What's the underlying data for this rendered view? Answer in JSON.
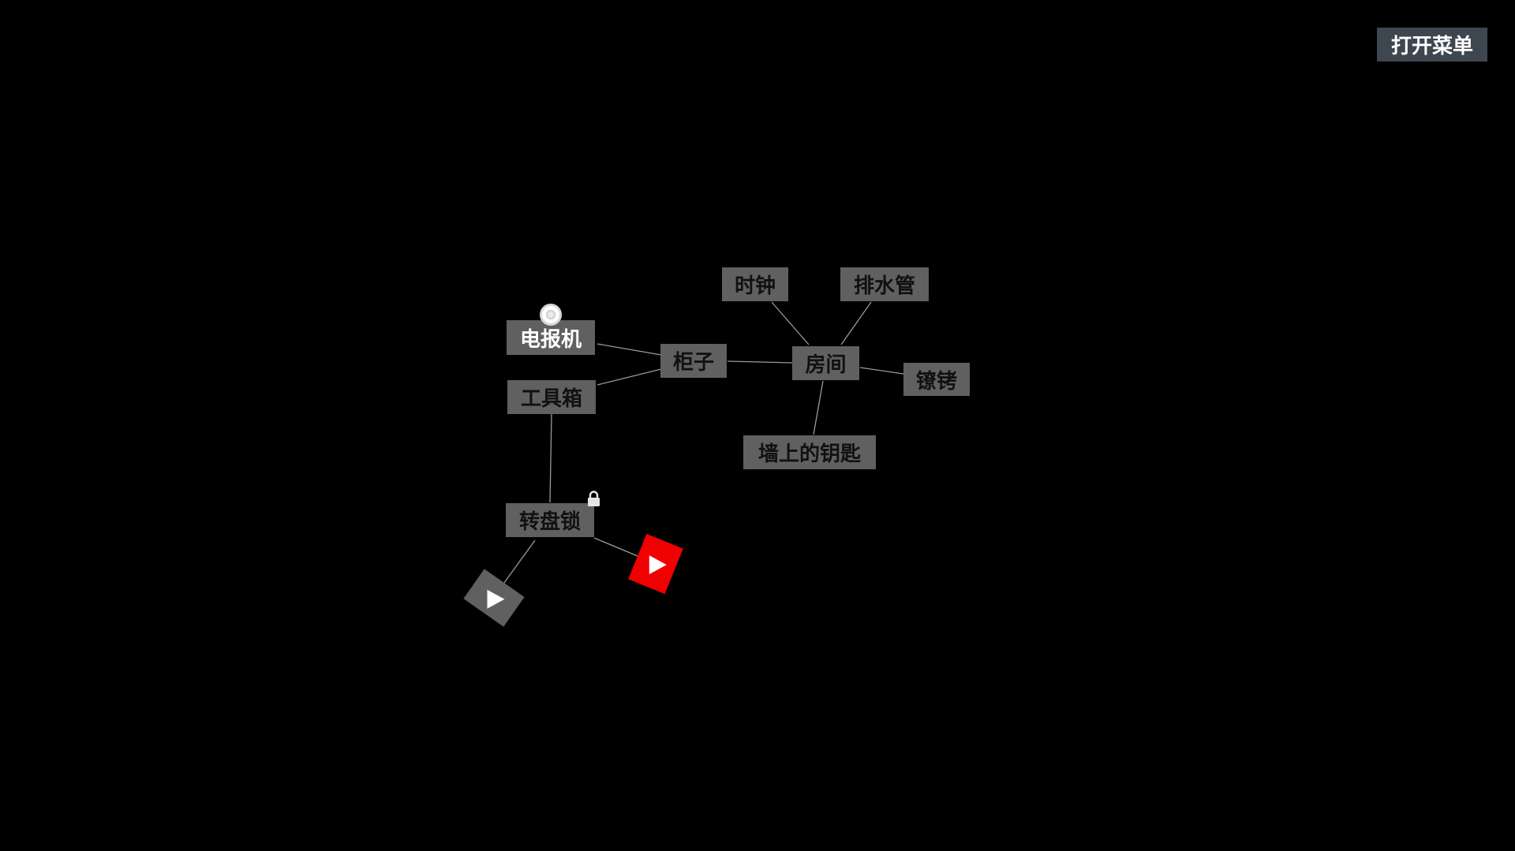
{
  "menu": {
    "open_label": "打开菜单"
  },
  "nodes": {
    "telegraph": "电报机",
    "cabinet": "柜子",
    "toolbox": "工具箱",
    "clock": "时钟",
    "drainpipe": "排水管",
    "room": "房间",
    "pickaxe": "镣铐",
    "key_on_wall": "墙上的钥匙",
    "dial_lock": "转盘锁"
  },
  "play_cards": [
    {
      "id": "grey",
      "color": "#606060",
      "icon": "play-icon"
    },
    {
      "id": "red",
      "color": "#f00000",
      "icon": "play-icon"
    }
  ],
  "icons": {
    "current_marker": "location-marker-icon",
    "lock": "lock-icon"
  },
  "colors": {
    "background": "#000000",
    "node": "#606060",
    "menu_button": "#3e4650",
    "link": "#9a9a9a",
    "accent_red": "#f00000"
  }
}
